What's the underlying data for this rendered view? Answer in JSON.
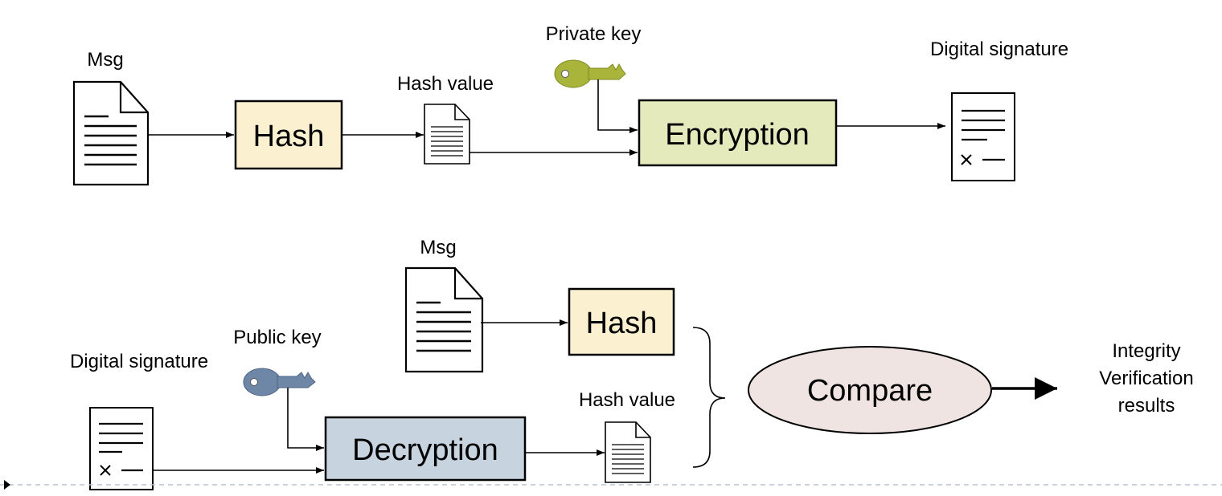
{
  "signing": {
    "msg_label": "Msg",
    "hash_box": "Hash",
    "hash_value_label": "Hash value",
    "private_key_label": "Private key",
    "encryption_box": "Encryption",
    "digital_signature_label": "Digital signature"
  },
  "verification": {
    "msg_label": "Msg",
    "hash_box": "Hash",
    "public_key_label": "Public key",
    "digital_signature_label": "Digital signature",
    "decryption_box": "Decryption",
    "hash_value_label": "Hash value",
    "compare_label": "Compare",
    "result_lines": [
      "Integrity",
      "Verification",
      "results"
    ]
  },
  "colors": {
    "hash_fill": "#fbf1d0",
    "encryption_fill": "#e4eabc",
    "decryption_fill": "#c8d3e0",
    "compare_fill": "#f0e4e2",
    "private_key": "#a9b53a",
    "public_key": "#6f87a6",
    "separator": "#b8c2d0"
  },
  "icons": {
    "document": "document-icon",
    "signature": "signature-document-icon",
    "private_key": "key-icon",
    "public_key": "key-icon"
  }
}
